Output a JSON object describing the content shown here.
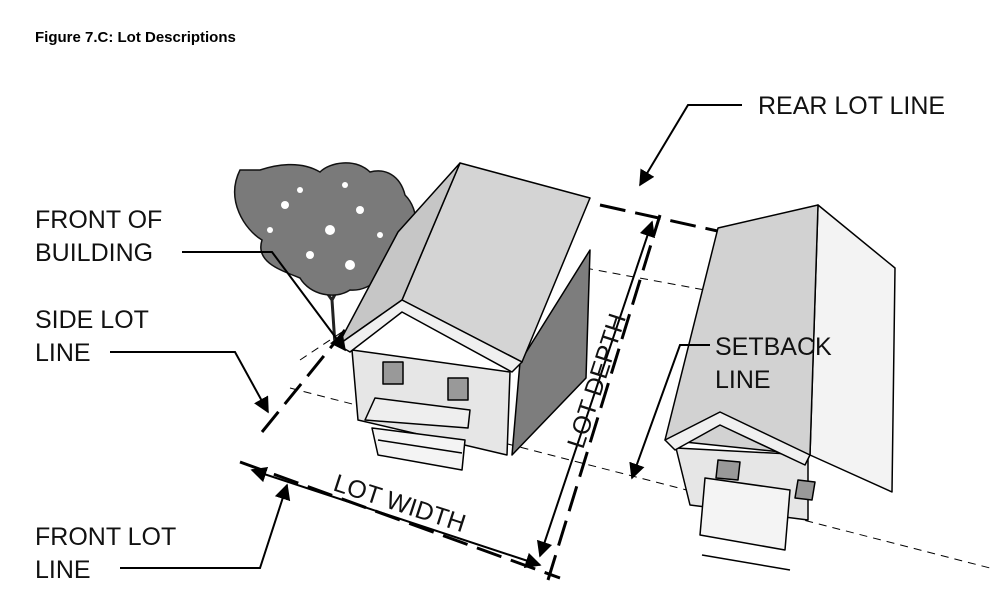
{
  "figure": {
    "title": "Figure 7.C: Lot Descriptions",
    "labels": {
      "rear_lot_line": "REAR LOT LINE",
      "front_of_building_1": "FRONT OF",
      "front_of_building_2": "BUILDING",
      "side_lot_line_1": "SIDE LOT",
      "side_lot_line_2": "LINE",
      "setback_line_1": "SETBACK",
      "setback_line_2": "LINE",
      "lot_depth": "LOT DEPTH",
      "lot_width": "LOT WIDTH",
      "front_lot_line_1": "FRONT LOT",
      "front_lot_line_2": "LINE"
    }
  }
}
